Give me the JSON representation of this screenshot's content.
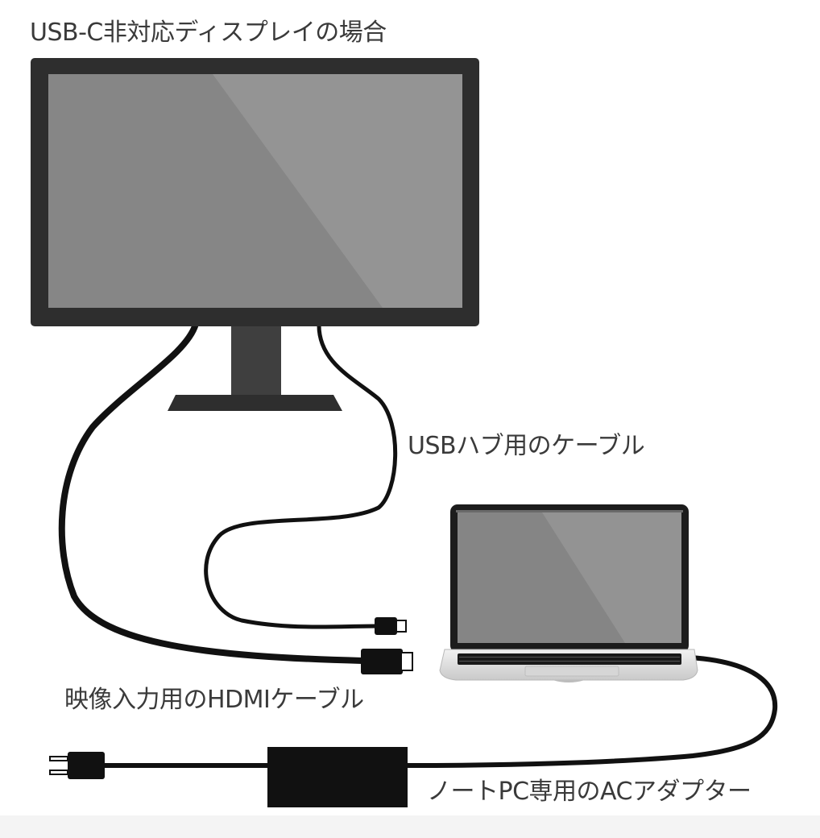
{
  "title": "USB-C非対応ディスプレイの場合",
  "labels": {
    "usb_cable": "USBハブ用のケーブル",
    "hdmi_cable": "映像入力用のHDMIケーブル",
    "ac_adapter": "ノートPC専用のACアダプター"
  },
  "colors": {
    "monitor_bezel": "#2e2e2e",
    "screen": "#878787",
    "cable": "#111111",
    "laptop_body": "#e4e4e4",
    "label_text": "#3a3a3a"
  }
}
